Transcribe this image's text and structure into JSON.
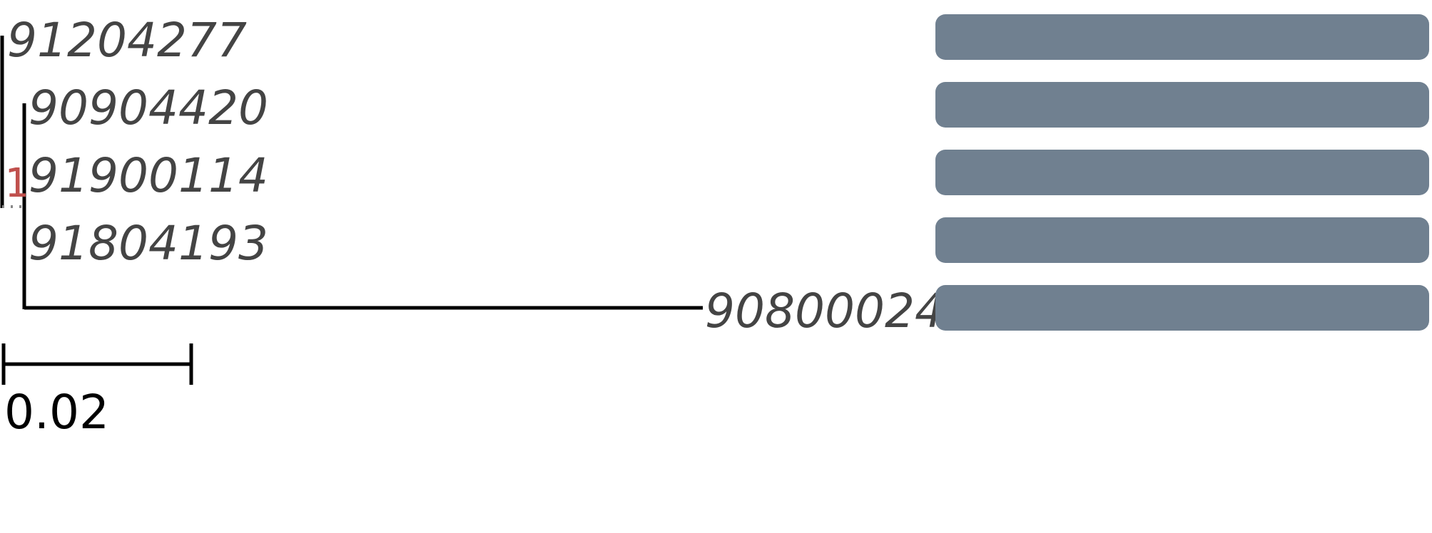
{
  "tree": {
    "leaves": [
      {
        "label": "91204277"
      },
      {
        "label": "90904420"
      },
      {
        "label": "91900114"
      },
      {
        "label": "91804193"
      },
      {
        "label": "90800024"
      }
    ],
    "support_value": "1",
    "scale_bar": {
      "value": 0.02,
      "label": "0.02"
    }
  },
  "colors": {
    "branch": "#000000",
    "leaf_text": "#444444",
    "support_text": "#c0504d",
    "bar": "#708090"
  }
}
